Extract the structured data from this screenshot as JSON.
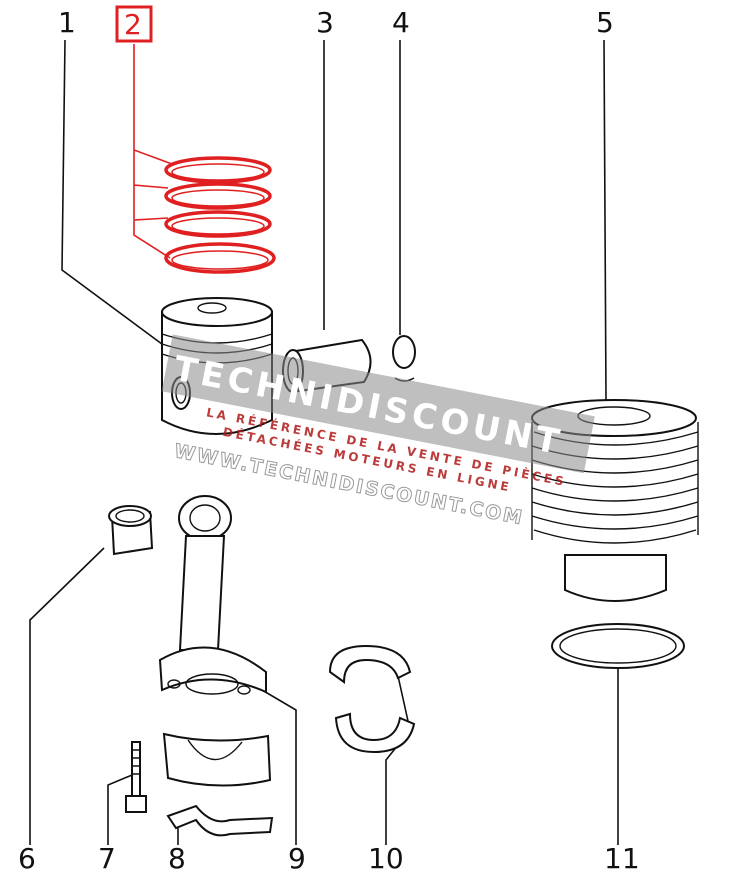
{
  "callouts": [
    {
      "id": "1",
      "label": "1"
    },
    {
      "id": "2",
      "label": "2",
      "highlighted": true
    },
    {
      "id": "3",
      "label": "3"
    },
    {
      "id": "4",
      "label": "4"
    },
    {
      "id": "5",
      "label": "5"
    },
    {
      "id": "6",
      "label": "6"
    },
    {
      "id": "7",
      "label": "7"
    },
    {
      "id": "8",
      "label": "8"
    },
    {
      "id": "9",
      "label": "9"
    },
    {
      "id": "10",
      "label": "10"
    },
    {
      "id": "11",
      "label": "11"
    }
  ],
  "watermark": {
    "brand": "TECHNIDISCOUNT",
    "tagline_1": "LA RÉFÉRENCE DE LA VENTE DE PIÈCES",
    "tagline_2": "DÉTACHÉES MOTEURS EN LIGNE",
    "url": "WWW.TECHNIDISCOUNT.COM"
  },
  "colors": {
    "highlight": "#e02020",
    "line": "#111111",
    "watermark_band": "#8a8a8a"
  }
}
